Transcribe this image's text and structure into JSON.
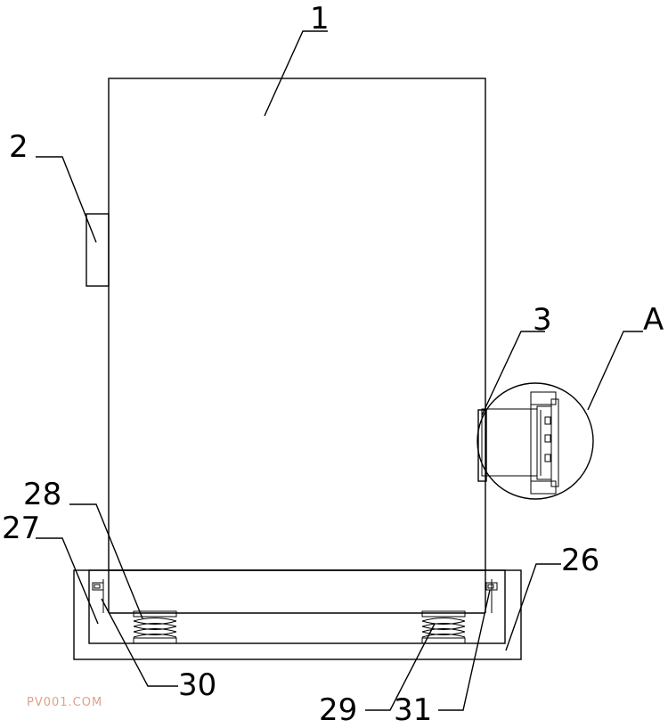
{
  "labels": {
    "l1": "1",
    "l2": "2",
    "l3": "3",
    "lA": "A",
    "l26": "26",
    "l27": "27",
    "l28": "28",
    "l29": "29",
    "l30": "30",
    "l31": "31"
  },
  "watermark": "PV001.COM"
}
